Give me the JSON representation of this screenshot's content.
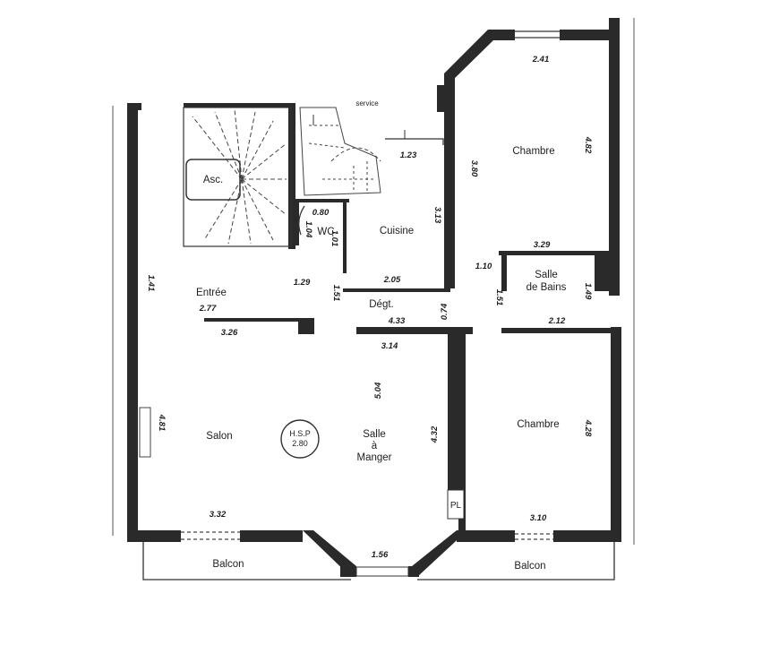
{
  "rooms": {
    "chambre_1": "Chambre",
    "chambre_2": "Chambre",
    "cuisine": "Cuisine",
    "wc": "WC",
    "entree": "Entrée",
    "degt": "Dégt.",
    "salle_de_bains_1": "Salle",
    "salle_de_bains_2": "de Bains",
    "salon": "Salon",
    "salle_a_manger_1": "Salle",
    "salle_a_manger_2": "à",
    "salle_a_manger_3": "Manger",
    "balcon_left": "Balcon",
    "balcon_right": "Balcon",
    "asc": "Asc.",
    "service": "service",
    "pl": "PL"
  },
  "hsp": {
    "line1": "H.S.P",
    "line2": "2.80"
  },
  "dimensions": {
    "d241": "2.41",
    "d482": "4.82",
    "d380": "3.80",
    "d329": "3.29",
    "d123": "1.23",
    "d080": "0.80",
    "d104": "1.04",
    "d101": "1.01",
    "d313": "3.13",
    "d141": "1.41",
    "d129": "1.29",
    "d151": "1.51",
    "d205": "2.05",
    "d110": "1.10",
    "d151b": "1.51",
    "d149": "1.49",
    "d277": "2.77",
    "d074": "0.74",
    "d433": "4.33",
    "d212": "2.12",
    "d326": "3.26",
    "d314": "3.14",
    "d504": "5.04",
    "d481": "4.81",
    "d432": "4.32",
    "d428": "4.28",
    "d332": "3.32",
    "d310": "3.10",
    "d156": "1.56"
  }
}
